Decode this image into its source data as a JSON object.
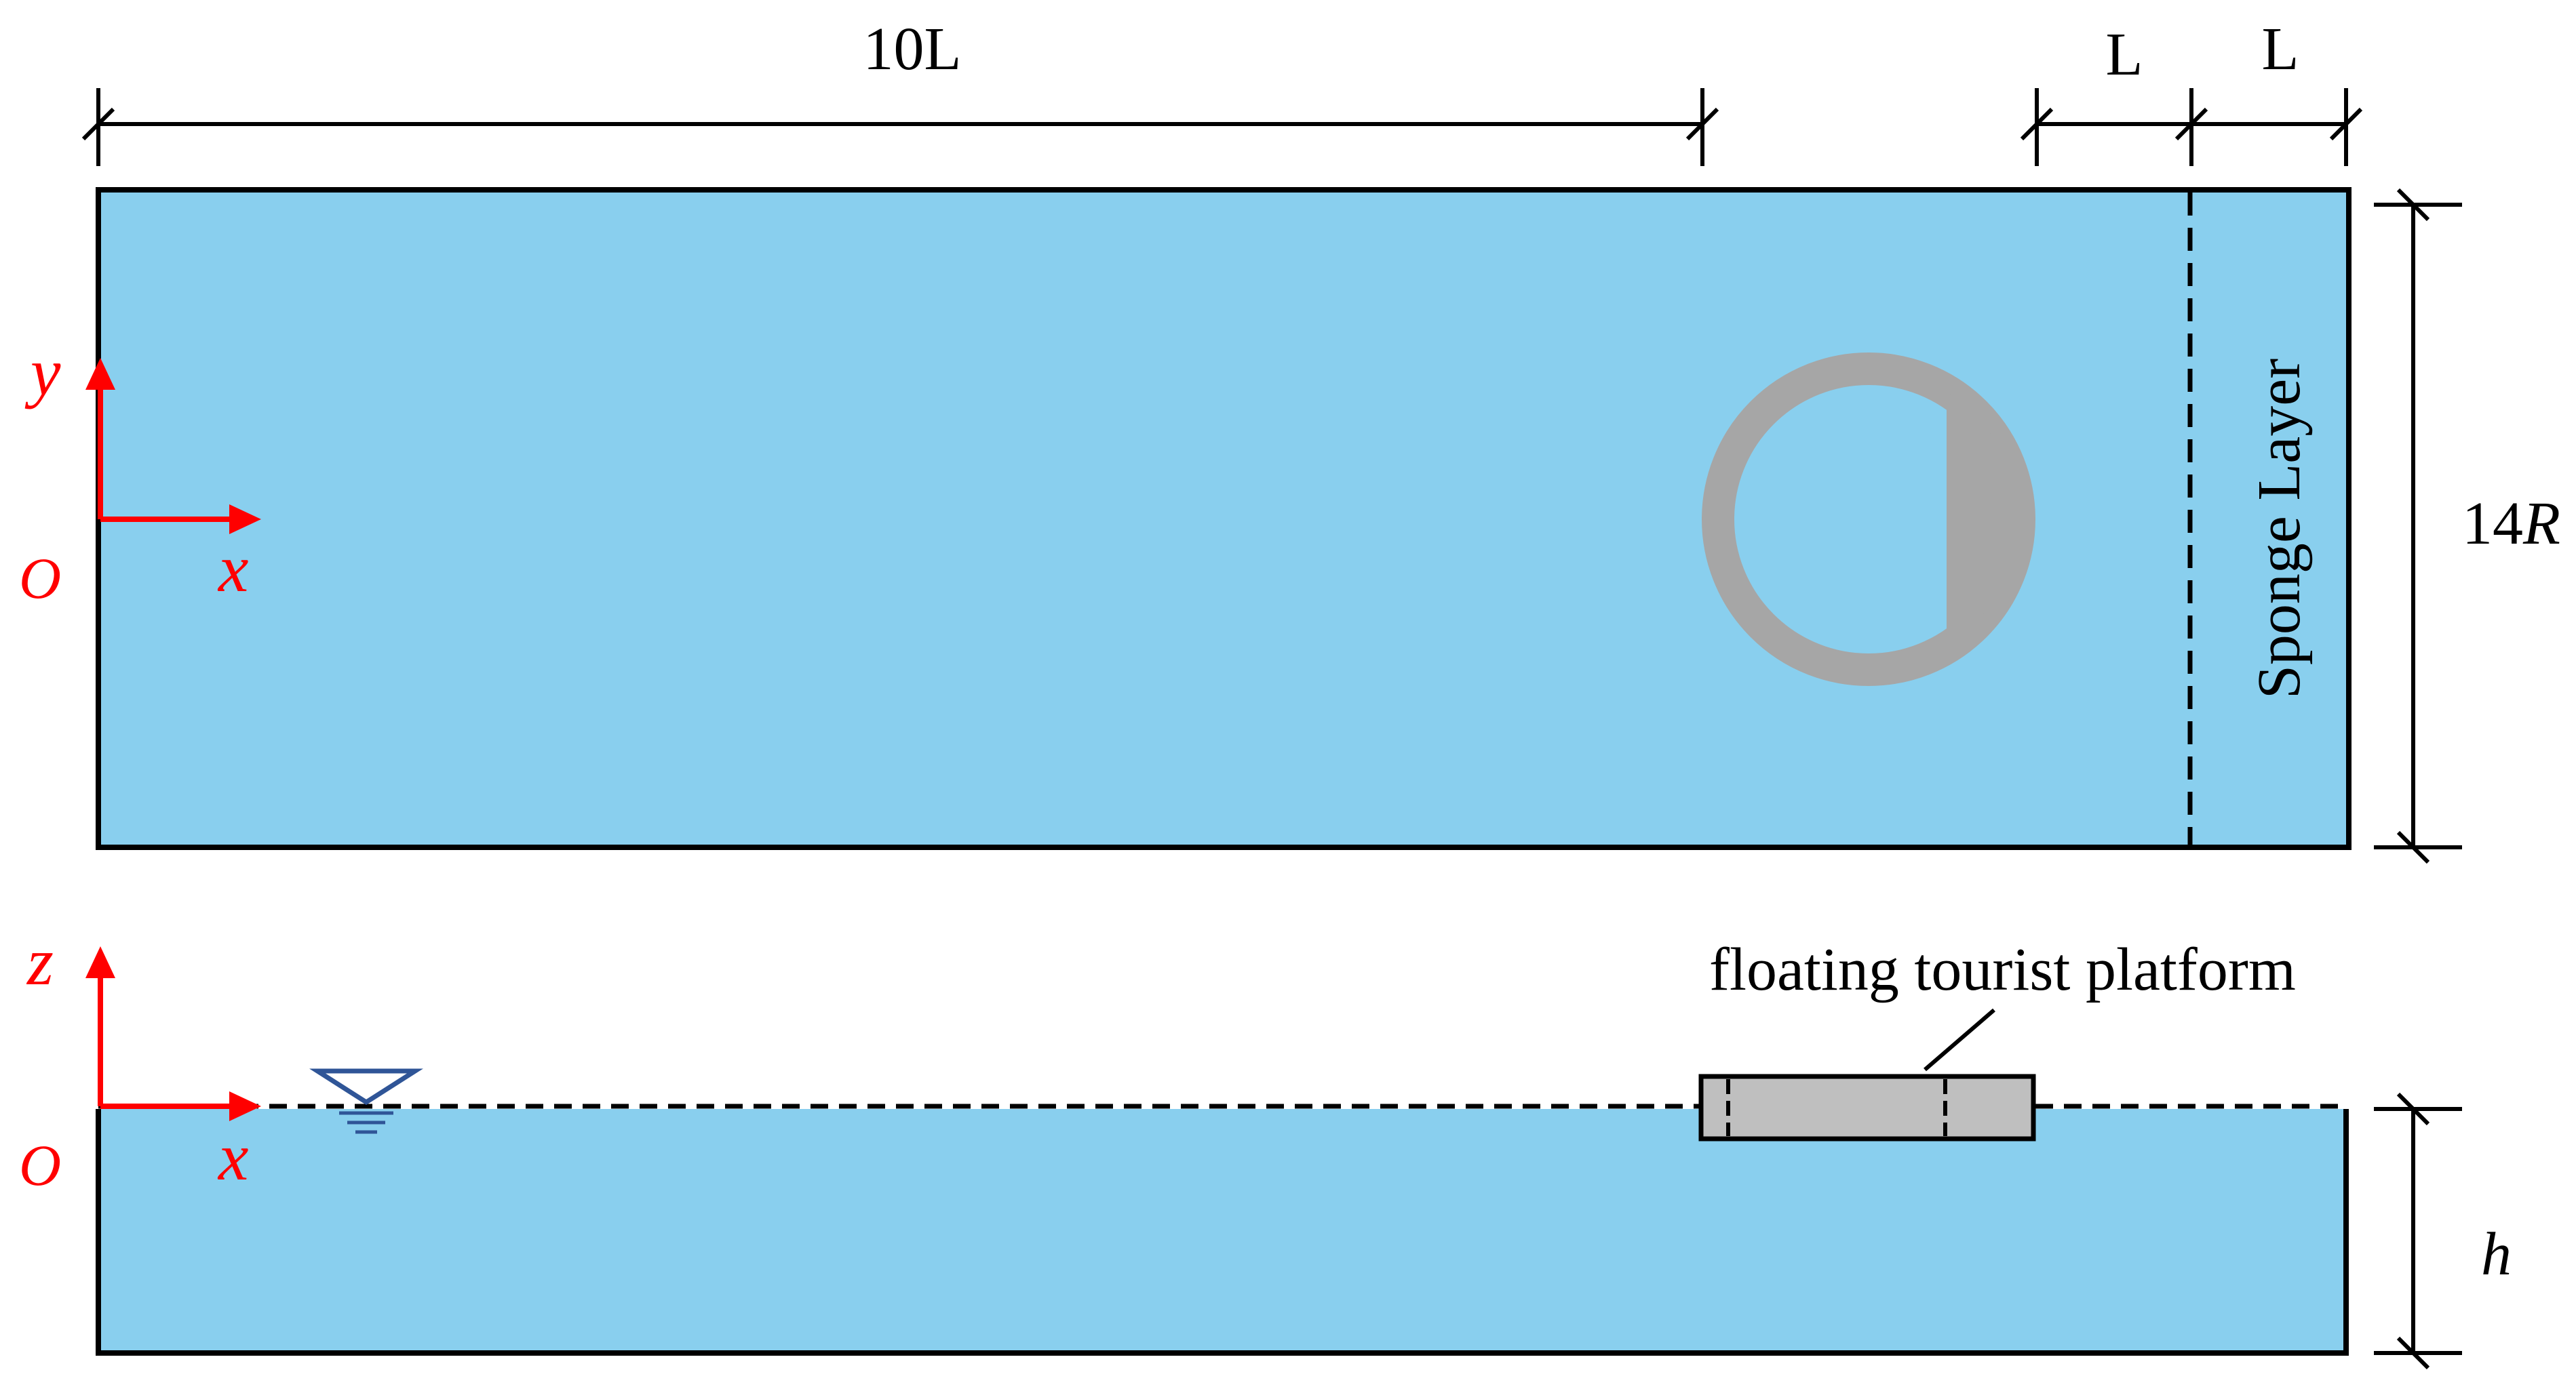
{
  "dimensions": {
    "length_10L": "10L",
    "length_L1": "L",
    "length_L2": "L",
    "width": "14",
    "width_var": "R",
    "depth": "h"
  },
  "plan_view": {
    "sponge_label": "Sponge Layer",
    "axis_y": "y",
    "axis_x": "x",
    "origin": "O"
  },
  "side_view": {
    "platform_label": "floating tourist platform",
    "axis_z": "z",
    "axis_x": "x",
    "origin": "O"
  },
  "colors": {
    "water": "#89CFEE",
    "platform_plan": "#A6A6A6",
    "platform_side": "#BFBFBF",
    "axis": "#FF0000",
    "water_symbol": "#2F5597",
    "line": "#000000"
  },
  "icons": {
    "water_level": "water-level-triangle-icon"
  }
}
